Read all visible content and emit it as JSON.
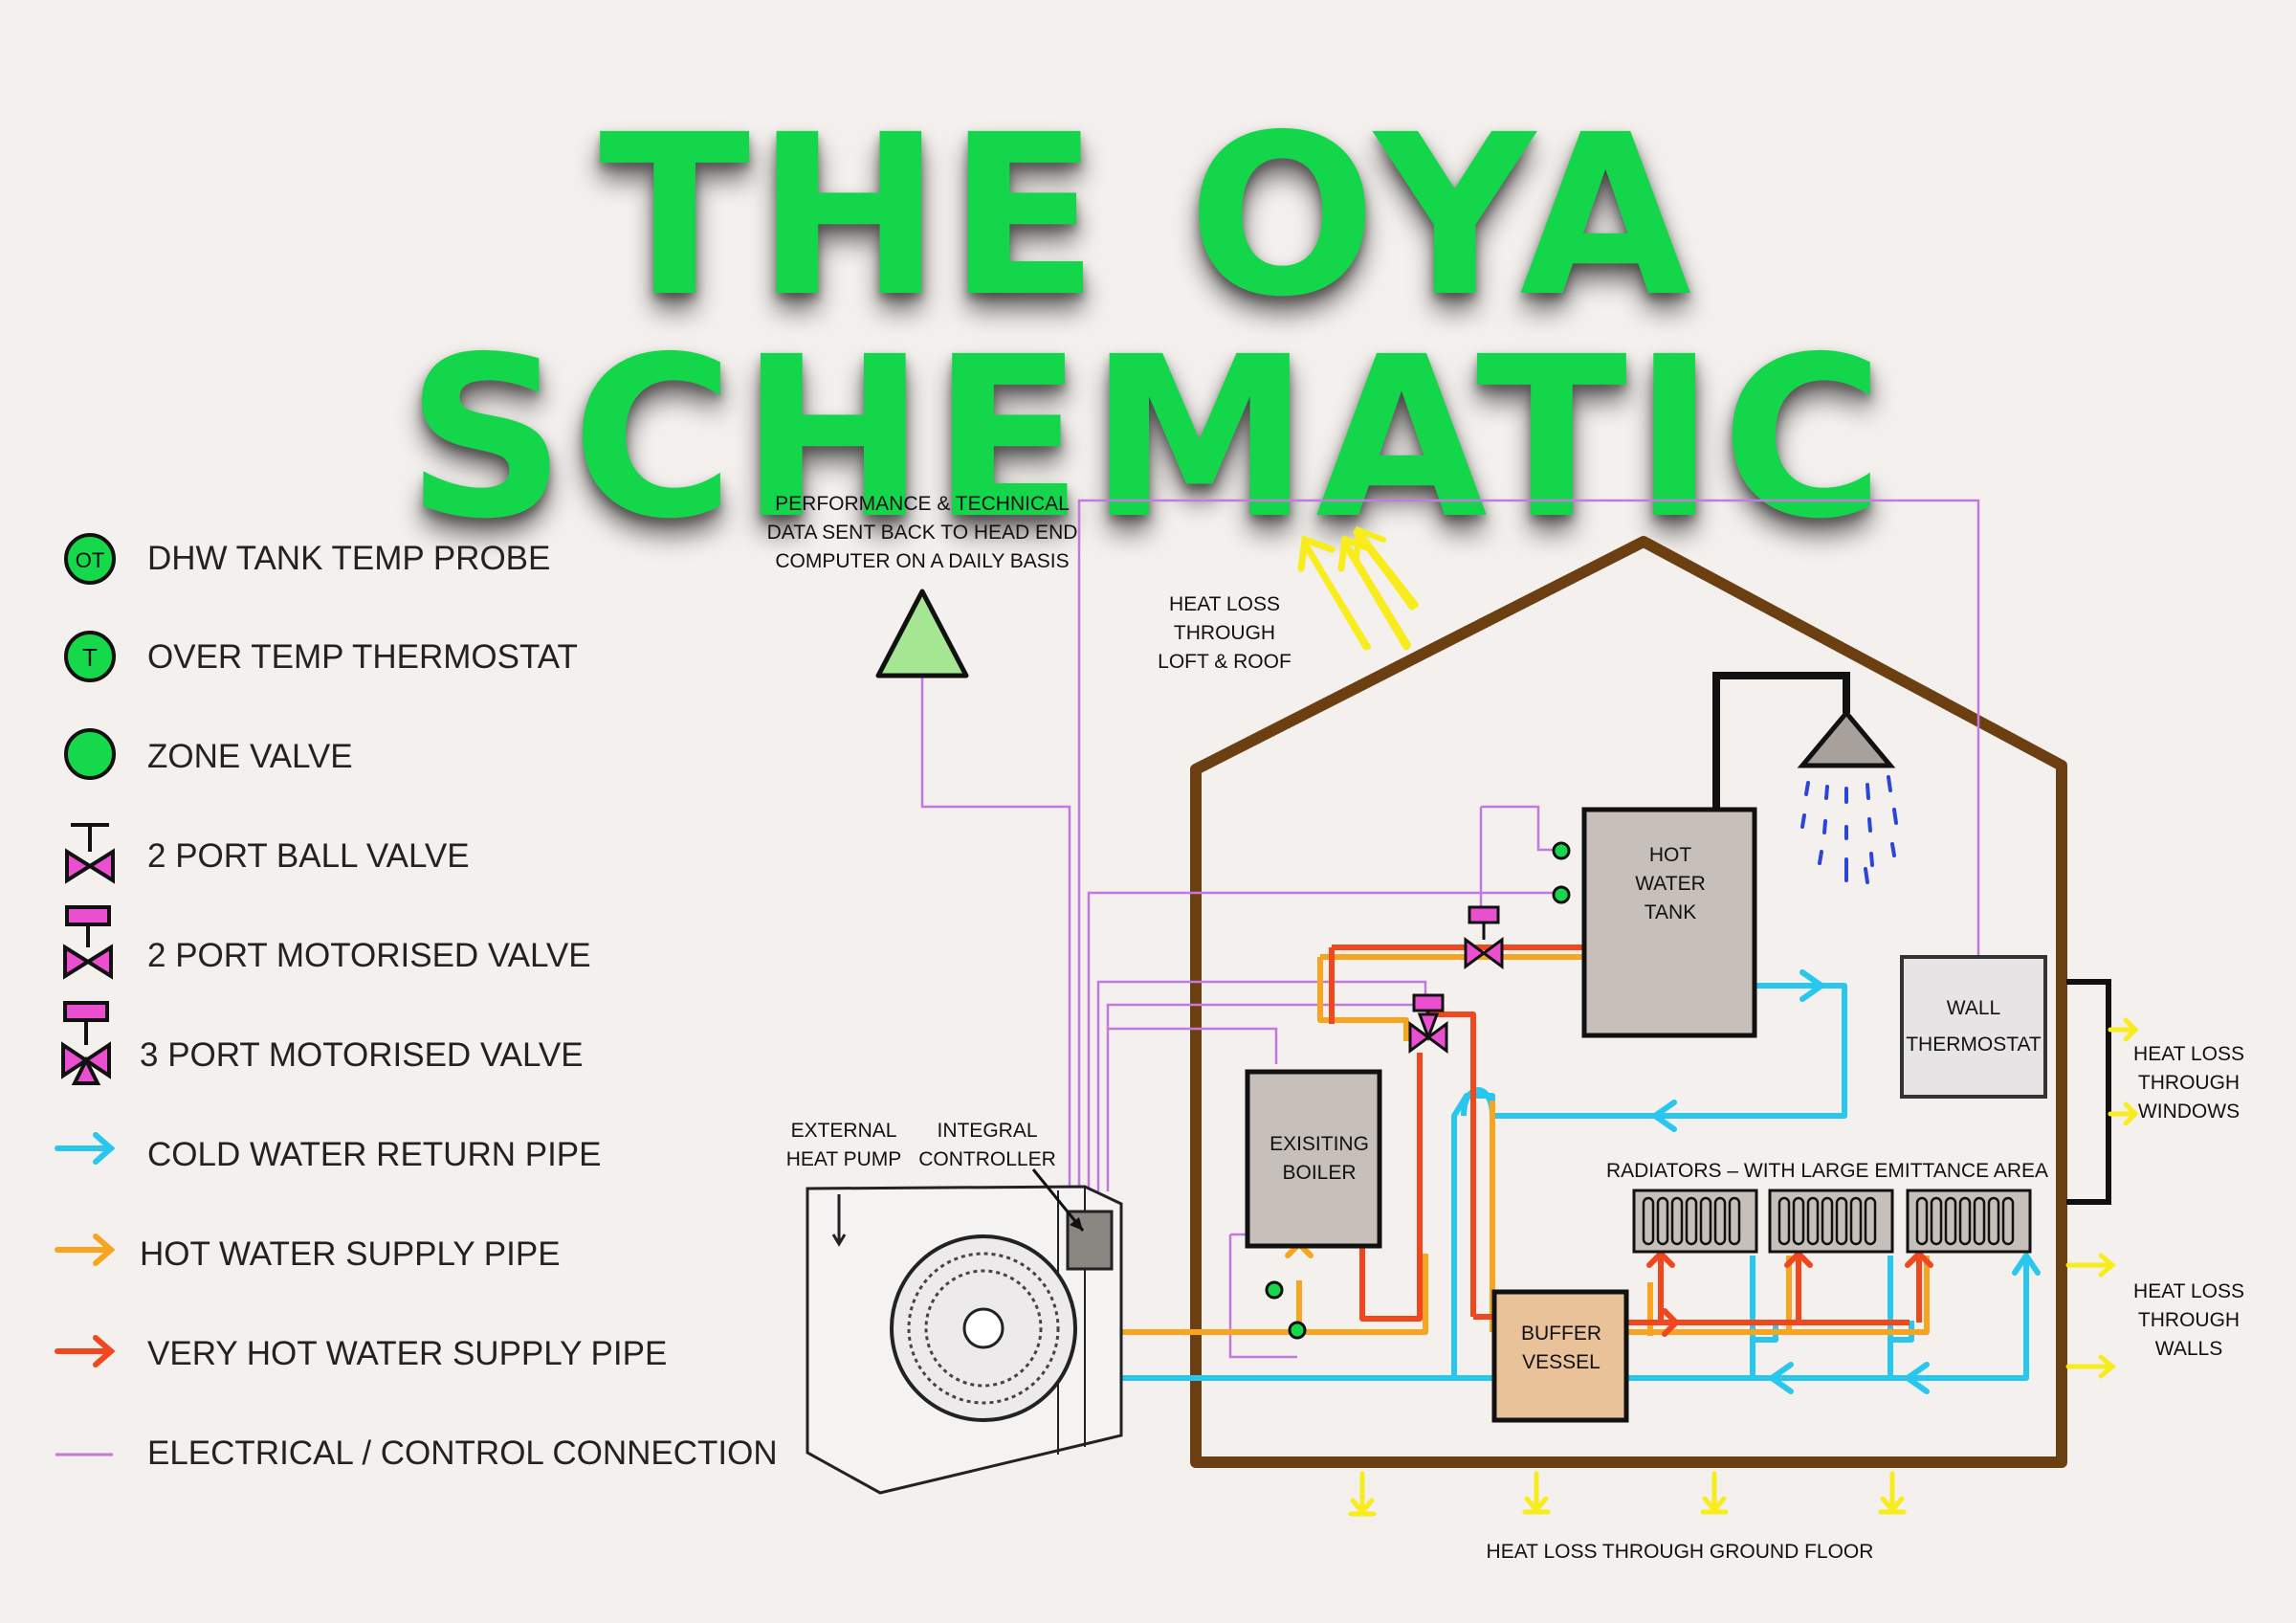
{
  "title": "THE OYA SCHEMATIC",
  "legend": {
    "items": [
      {
        "label": "DHW TANK TEMP PROBE",
        "icon": "probe-icon",
        "glyph": "OT"
      },
      {
        "label": "OVER TEMP THERMOSTAT",
        "icon": "thermostat-icon",
        "glyph": "T"
      },
      {
        "label": "ZONE VALVE",
        "icon": "zone-valve-icon"
      },
      {
        "label": "2 PORT BALL VALVE",
        "icon": "ball-valve-icon"
      },
      {
        "label": "2 PORT MOTORISED VALVE",
        "icon": "motorised-valve-icon"
      },
      {
        "label": "3 PORT MOTORISED VALVE",
        "icon": "three-port-valve-icon"
      },
      {
        "label": "COLD WATER RETURN PIPE",
        "icon": "cold-arrow-icon"
      },
      {
        "label": "HOT WATER SUPPLY PIPE",
        "icon": "hot-arrow-icon"
      },
      {
        "label": "VERY HOT WATER SUPPLY PIPE",
        "icon": "very-hot-arrow-icon"
      },
      {
        "label": "ELECTRICAL / CONTROL CONNECTION",
        "icon": "control-line-icon"
      }
    ]
  },
  "labels": {
    "performance": [
      "PERFORMANCE & TECHNICAL",
      "DATA SENT BACK TO HEAD END",
      "COMPUTER ON A DAILY BASIS"
    ],
    "heat_loss_loft": [
      "HEAT LOSS",
      "THROUGH",
      "LOFT & ROOF"
    ],
    "hot_water_tank": [
      "HOT",
      "WATER",
      "TANK"
    ],
    "wall_thermostat": [
      "WALL",
      "THERMOSTAT"
    ],
    "heat_loss_windows": [
      "HEAT LOSS",
      "THROUGH",
      "WINDOWS"
    ],
    "existing_boiler": [
      "EXISITING",
      "BOILER"
    ],
    "radiators": "RADIATORS – WITH LARGE EMITTANCE AREA",
    "external_heat_pump": [
      "EXTERNAL",
      "HEAT PUMP"
    ],
    "integral_controller": [
      "INTEGRAL",
      "CONTROLLER"
    ],
    "buffer_vessel": [
      "BUFFER",
      "VESSEL"
    ],
    "heat_loss_walls": [
      "HEAT LOSS",
      "THROUGH",
      "WALLS"
    ],
    "heat_loss_floor": "HEAT LOSS THROUGH GROUND FLOOR"
  },
  "colors": {
    "title_green": "#14d64a",
    "cold_pipe": "#29c6ee",
    "hot_pipe": "#f7a521",
    "very_hot_pipe": "#f0471f",
    "control": "#c37ae0",
    "house": "#6b3f12",
    "heat_loss_arrow": "#f8ec1c",
    "valve_pink": "#ea4fd0",
    "probe_green": "#15d84a",
    "buffer_fill": "#e9c29a",
    "unit_grey": "#c7c0ba"
  }
}
